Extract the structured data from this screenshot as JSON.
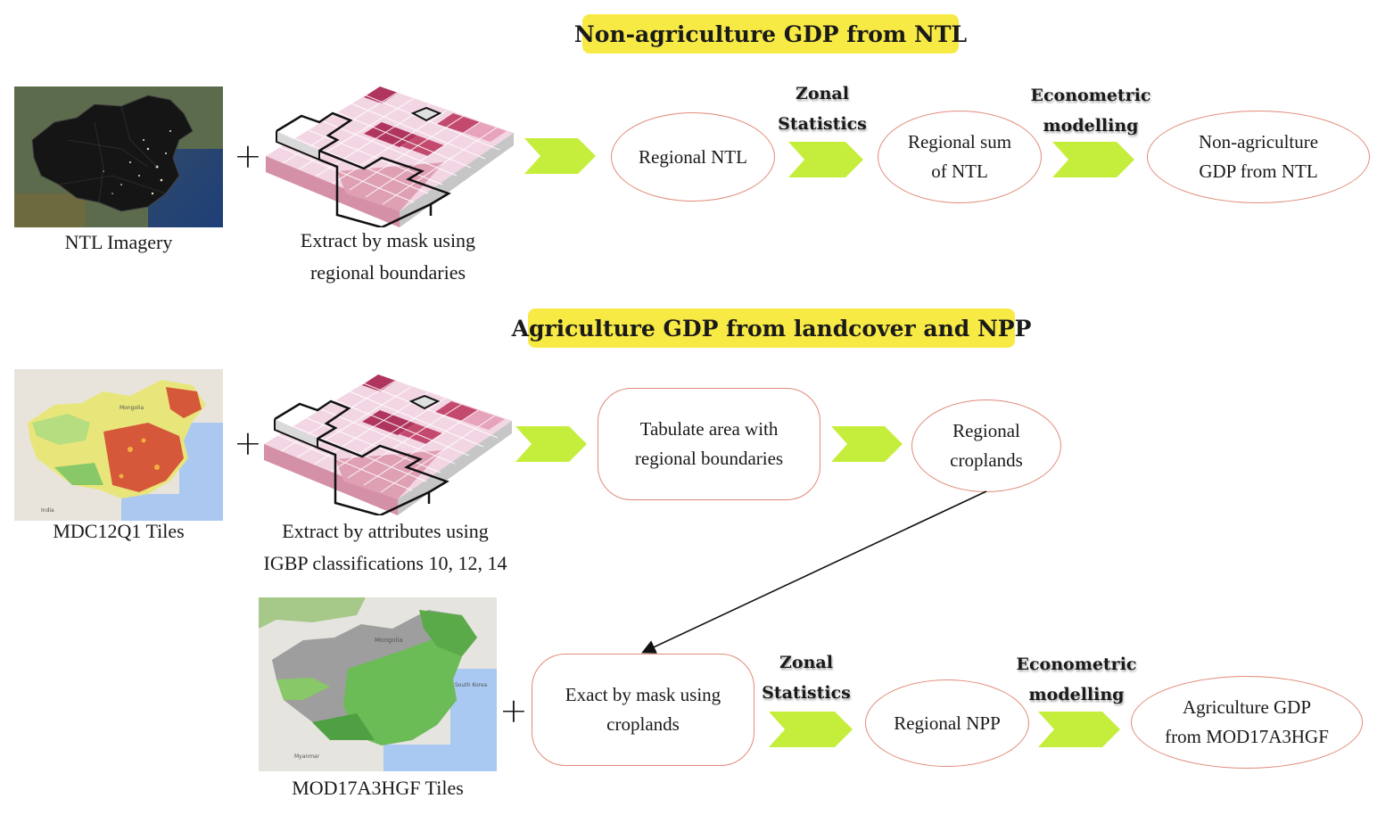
{
  "section1": {
    "title": "Non-agriculture GDP from NTL",
    "image_caption": "NTL Imagery",
    "mask_caption": [
      "Extract by mask using",
      "regional boundaries"
    ],
    "nodes": {
      "regional_ntl": [
        "Regional NTL"
      ],
      "regional_sum": [
        "Regional sum",
        "of NTL"
      ],
      "result": [
        "Non-agriculture",
        "GDP from NTL"
      ]
    },
    "arrow_labels": {
      "zonal": [
        "Zonal",
        "Statistics"
      ],
      "econometric": [
        "Econometric",
        "modelling"
      ]
    }
  },
  "section2": {
    "title": "Agriculture GDP from landcover and NPP",
    "image_caption": "MDC12Q1 Tiles",
    "attr_caption": [
      "Extract by attributes using",
      "IGBP classifications 10, 12, 14"
    ],
    "nodes": {
      "tabulate": [
        "Tabulate area with",
        "regional boundaries"
      ],
      "croplands": [
        "Regional",
        "croplands"
      ],
      "exact_mask": [
        "Exact by mask using",
        "croplands"
      ],
      "regional_npp": [
        "Regional NPP"
      ],
      "result": [
        "Agriculture GDP",
        "from MOD17A3HGF"
      ]
    },
    "image2_caption": "MOD17A3HGF Tiles",
    "arrow_labels": {
      "zonal": [
        "Zonal",
        "Statistics"
      ],
      "econometric": [
        "Econometric",
        "modelling"
      ]
    }
  },
  "colors": {
    "title_bg": "#f8ea45",
    "chevron": "#c5ee3c",
    "node_border": "#e08a78",
    "grid_dark": "#b0355e",
    "grid_light": "#f3d6e4"
  }
}
